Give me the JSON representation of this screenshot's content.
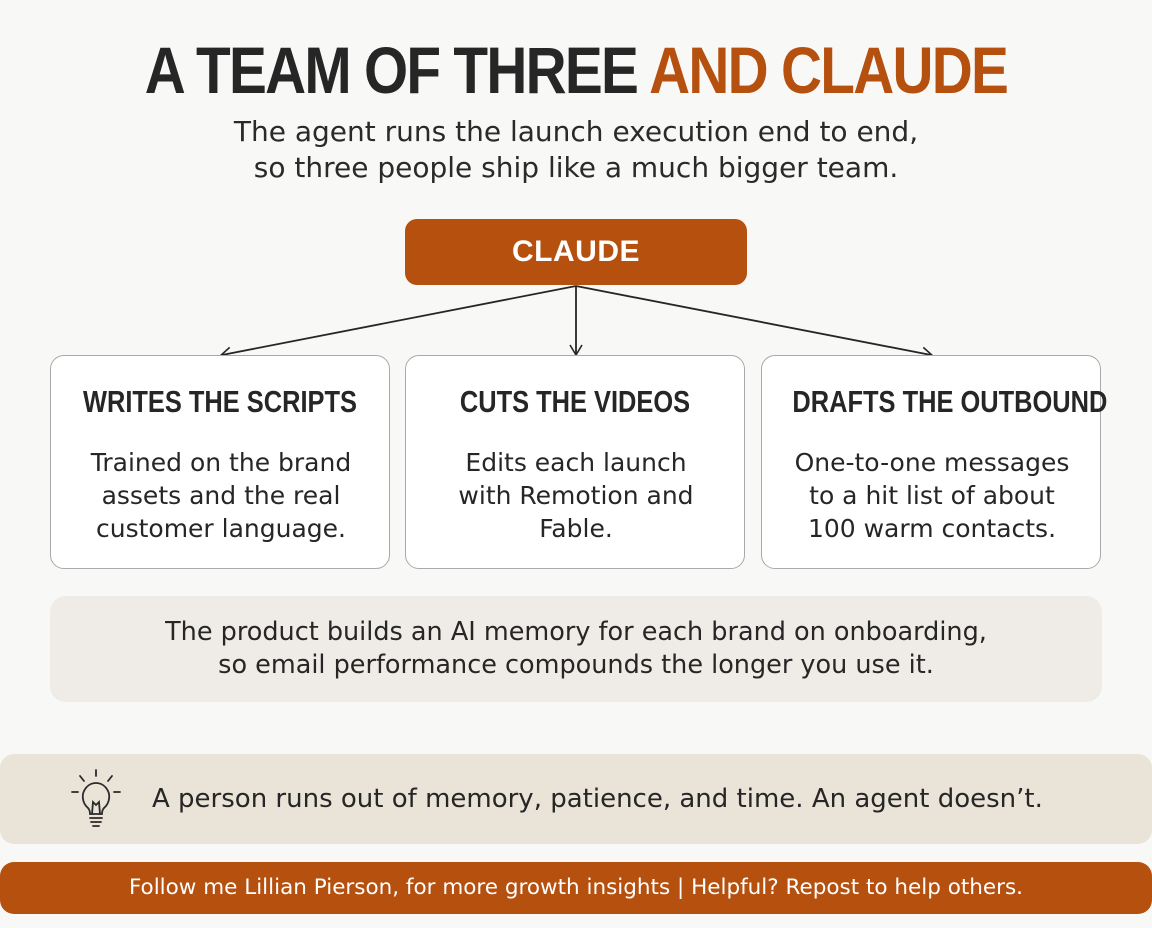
{
  "title": {
    "part_dark": "A TEAM OF THREE",
    "part_accent": "AND CLAUDE"
  },
  "subtitle": {
    "line1": "The agent runs the launch execution end to end,",
    "line2": "so three people ship like a much bigger team."
  },
  "hub": {
    "label": "CLAUDE"
  },
  "cards": [
    {
      "title": "WRITES THE SCRIPTS",
      "lines": [
        "Trained on the brand",
        "assets and the real",
        "customer language."
      ]
    },
    {
      "title": "CUTS THE VIDEOS",
      "lines": [
        "Edits each launch",
        "with Remotion and",
        "Fable."
      ]
    },
    {
      "title": "DRAFTS THE OUTBOUND",
      "lines": [
        "One-to-one messages",
        "to a hit list of about",
        "100 warm contacts."
      ]
    }
  ],
  "note": {
    "line1": "The product builds an AI memory for each brand on onboarding,",
    "line2": "so email performance compounds the longer you use it."
  },
  "insight": {
    "icon": "lightbulb-icon",
    "text": "A person runs out of memory, patience, and time. An agent doesn’t."
  },
  "footer": {
    "text": "Follow me Lillian Pierson, for more growth insights | Helpful? Repost to help others."
  },
  "colors": {
    "accent": "#b5500f",
    "background": "#f8f8f7",
    "note_background": "#efebe6",
    "insight_background": "#eae3d8",
    "text": "#262626"
  }
}
